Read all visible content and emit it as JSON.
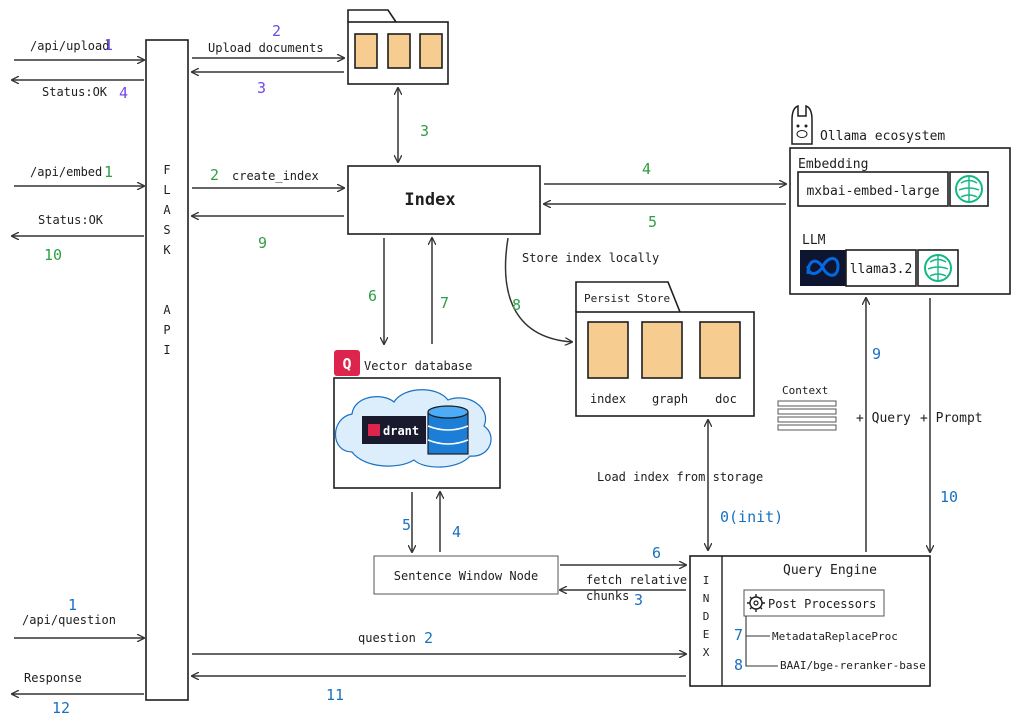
{
  "colors": {
    "purple": "#7048e8",
    "green": "#2f9e44",
    "blue": "#1971c2",
    "doc_fill": "#f6cc90",
    "qdrant_red": "#dc244c",
    "meta_blue": "#0668e1",
    "llm_green": "#12b886"
  },
  "flask": {
    "vertical_text": "F L A S K   A P I",
    "letters": [
      "F",
      "L",
      "A",
      "S",
      "K",
      "A",
      "P",
      "I"
    ]
  },
  "upload": {
    "endpoint": "/api/upload",
    "step_in": "1",
    "status": "Status:OK",
    "step_status": "4",
    "upload_label": "Upload documents",
    "step_upload": "2",
    "step_return": "3"
  },
  "embed": {
    "endpoint": "/api/embed",
    "step_in": "1",
    "status": "Status:OK",
    "step_status": "10",
    "create_label": "create_index",
    "step_create": "2",
    "step_return": "9"
  },
  "question": {
    "endpoint": "/api/question",
    "step_in": "1",
    "response": "Response",
    "step_response": "12",
    "question_label": "question",
    "step_question": "2",
    "step_return": "11"
  },
  "index": {
    "title": "Index",
    "step_docs": "3",
    "step_to_embedding": "4",
    "step_from_embedding": "5",
    "step_to_vector": "6",
    "step_from_vector": "7"
  },
  "store": {
    "label": "Store index locally",
    "step": "8"
  },
  "persist": {
    "title": "Persist Store",
    "files": [
      "index",
      "graph",
      "doc"
    ]
  },
  "load": {
    "label": "Load index from storage",
    "step": "0(init)"
  },
  "vectordb": {
    "title": "Vector database",
    "brand_text": "drant",
    "brand_letter": "Q",
    "step_to_node": "5",
    "step_from_node": "4"
  },
  "ollama": {
    "title": "Ollama ecosystem",
    "embedding_title": "Embedding",
    "embedding_model": "mxbai-embed-large",
    "llm_title": "LLM",
    "llm_model": "llama3.2",
    "step_query": "9",
    "step_prompt": "10"
  },
  "context": {
    "label": "Context",
    "query_label": "+ Query",
    "prompt_label": "+ Prompt"
  },
  "sentence_node": {
    "label": "Sentence Window Node",
    "fetch_label_1": "fetch relative",
    "fetch_label_2": "chunks",
    "step_to_engine": "6",
    "step_fetch": "3"
  },
  "query_engine": {
    "title": "Query Engine",
    "side_text": [
      "I",
      "N",
      "D",
      "E",
      "X"
    ],
    "post_processors": "Post Processors",
    "proc_1_step": "7",
    "proc_1": "MetadataReplaceProc",
    "proc_2_step": "8",
    "proc_2": "BAAI/bge-reranker-base"
  }
}
